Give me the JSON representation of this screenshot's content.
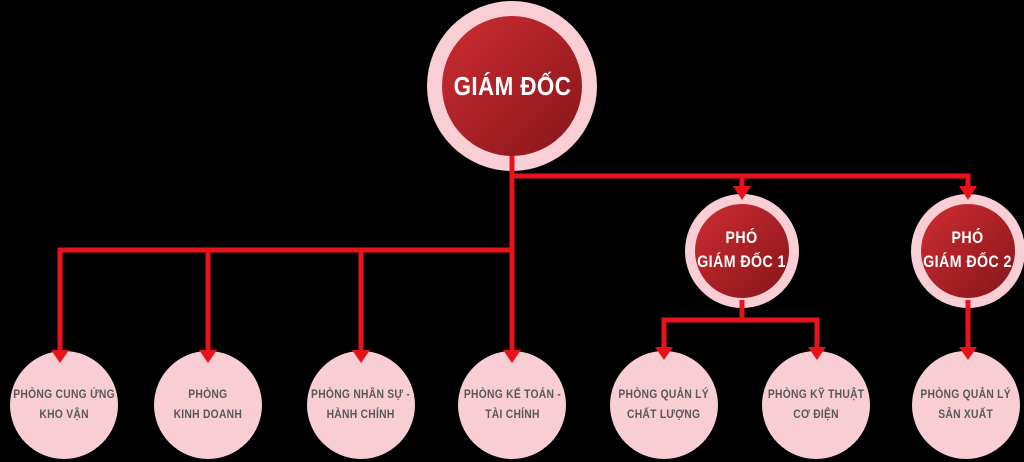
{
  "colors": {
    "background": "#000000",
    "connector": "#e8121b",
    "node_dark_start": "#c62a30",
    "node_dark_end": "#8a171b",
    "halo_pink": "#f9ced5",
    "department_pink": "#f8cdd3",
    "department_text": "#58595b",
    "node_text": "#ffffff"
  },
  "org_chart": {
    "director": {
      "line1": "GIÁM ĐỐC"
    },
    "deputies": [
      {
        "line1": "PHÓ",
        "line2": "GIÁM ĐỐC 1"
      },
      {
        "line1": "PHÓ",
        "line2": "GIÁM ĐỐC 2"
      }
    ],
    "departments": [
      {
        "line1": "PHÒNG CUNG ỨNG",
        "line2": "KHO VẬN"
      },
      {
        "line1": "PHÒNG",
        "line2": "KINH DOANH"
      },
      {
        "line1": "PHÒNG NHÂN SỰ -",
        "line2": "HÀNH CHÍNH"
      },
      {
        "line1": "PHÒNG KẾ TOÁN -",
        "line2": "TÀI CHÍNH"
      },
      {
        "line1": "PHÒNG QUẢN LÝ",
        "line2": "CHẤT LƯỢNG"
      },
      {
        "line1": "PHÒNG KỸ THUẬT",
        "line2": "CƠ ĐIỆN"
      },
      {
        "line1": "PHÒNG QUẢN LÝ",
        "line2": "SẢN XUẤT"
      }
    ]
  }
}
